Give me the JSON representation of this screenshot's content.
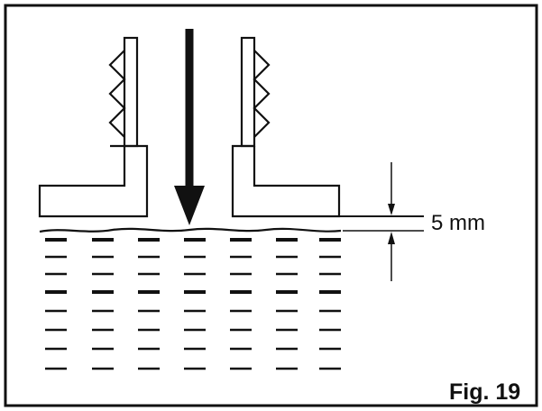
{
  "dimension": {
    "value_label": "5 mm"
  },
  "figure": {
    "caption": "Fig. 19"
  },
  "colors": {
    "ink": "#111111",
    "background": "#ffffff"
  },
  "icons": {
    "force": "down-arrow",
    "springs": "zigzag-spring"
  }
}
